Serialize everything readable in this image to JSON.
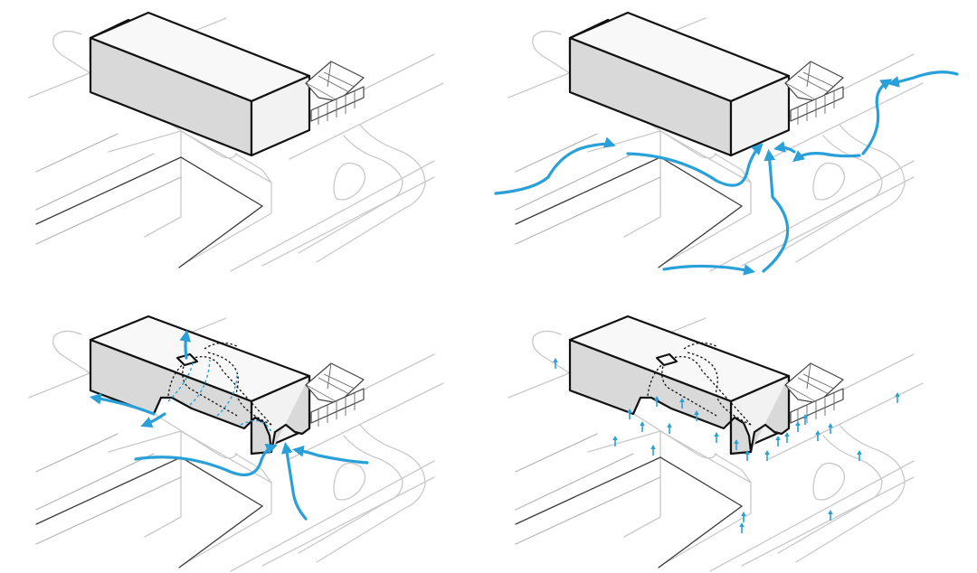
{
  "panels": [
    {
      "id": "panel-1",
      "stage": "existing-massing"
    },
    {
      "id": "panel-2",
      "stage": "site-circulation-flows"
    },
    {
      "id": "panel-3",
      "stage": "carved-massing-with-flows"
    },
    {
      "id": "panel-4",
      "stage": "carved-massing-with-vertical-arrows"
    }
  ],
  "colors": {
    "flow": "#2aa0d8",
    "building_front": "#d9d9d9",
    "building_top": "#f8f8f8",
    "outline": "#111111",
    "site_lines": "#c9c9c9"
  },
  "icons": [
    "flow-arrow-icon",
    "vertical-arrow-icon"
  ]
}
